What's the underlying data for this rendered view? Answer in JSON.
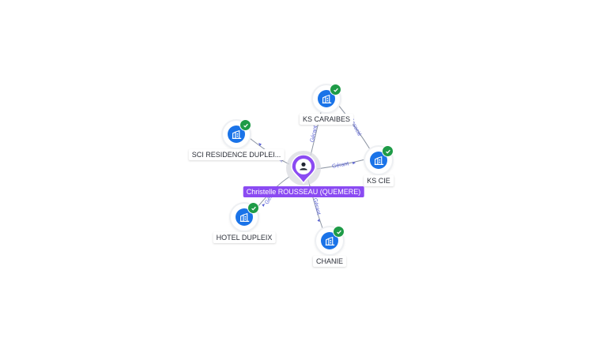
{
  "graph": {
    "person": {
      "name": "Christelle ROUSSEAU (QUEMERE)",
      "icon": "person-pin-icon",
      "color": "#8b4bf2"
    },
    "companies": [
      {
        "label": "KS CARAIBES",
        "icon": "building-icon",
        "verified": true
      },
      {
        "label": "SCI RESIDENCE DUPLEI...",
        "icon": "building-icon",
        "verified": true
      },
      {
        "label": "KS CIE",
        "icon": "building-icon",
        "verified": true
      },
      {
        "label": "HOTEL DUPLEIX",
        "icon": "building-icon",
        "verified": true
      },
      {
        "label": "CHANIE",
        "icon": "building-icon",
        "verified": true
      }
    ],
    "edges": [
      {
        "label": "Gérant"
      },
      {
        "label": "Gérant"
      },
      {
        "label": "Gérant"
      },
      {
        "label": "Gérant"
      },
      {
        "label": "Gérant"
      },
      {
        "label": "Associé"
      }
    ],
    "colors": {
      "company": "#1a73e8",
      "verified": "#1e9b47",
      "edge": "#8d95a3",
      "edge_label": "#5a62d6"
    }
  }
}
